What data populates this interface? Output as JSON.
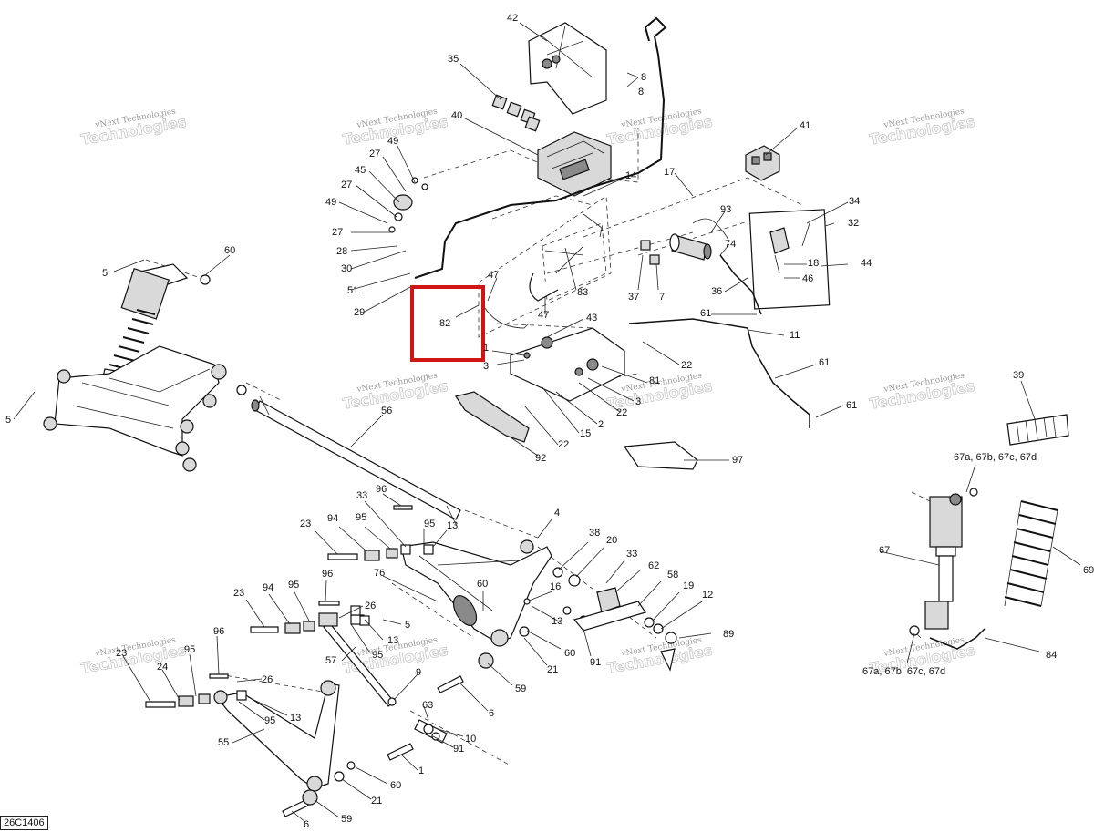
{
  "drawing_id": "26C1406",
  "watermark": {
    "line1": "vNext Technologies",
    "line2": "Technologies"
  },
  "highlight": {
    "label": "82",
    "color": "#d11414"
  },
  "callouts": [
    {
      "text": "42"
    },
    {
      "text": "8"
    },
    {
      "text": "35"
    },
    {
      "text": "40"
    },
    {
      "text": "8"
    },
    {
      "text": "49"
    },
    {
      "text": "27"
    },
    {
      "text": "45"
    },
    {
      "text": "27"
    },
    {
      "text": "49"
    },
    {
      "text": "27"
    },
    {
      "text": "28"
    },
    {
      "text": "30"
    },
    {
      "text": "51"
    },
    {
      "text": "29"
    },
    {
      "text": "14"
    },
    {
      "text": "17"
    },
    {
      "text": "41"
    },
    {
      "text": "93"
    },
    {
      "text": "74"
    },
    {
      "text": "34"
    },
    {
      "text": "32"
    },
    {
      "text": "18"
    },
    {
      "text": "44"
    },
    {
      "text": "46"
    },
    {
      "text": "36"
    },
    {
      "text": "37"
    },
    {
      "text": "7"
    },
    {
      "text": "83"
    },
    {
      "text": "47"
    },
    {
      "text": "47"
    },
    {
      "text": "43"
    },
    {
      "text": "1"
    },
    {
      "text": "3"
    },
    {
      "text": "61"
    },
    {
      "text": "11"
    },
    {
      "text": "22"
    },
    {
      "text": "81"
    },
    {
      "text": "61"
    },
    {
      "text": "61"
    },
    {
      "text": "3"
    },
    {
      "text": "22"
    },
    {
      "text": "2"
    },
    {
      "text": "15"
    },
    {
      "text": "22"
    },
    {
      "text": "92"
    },
    {
      "text": "97"
    },
    {
      "text": "60"
    },
    {
      "text": "5"
    },
    {
      "text": "5"
    },
    {
      "text": "56"
    },
    {
      "text": "39"
    },
    {
      "text": "67a, 67b, 67c, 67d"
    },
    {
      "text": "67"
    },
    {
      "text": "69"
    },
    {
      "text": "84"
    },
    {
      "text": "67a, 67b, 67c, 67d"
    },
    {
      "text": "96"
    },
    {
      "text": "33"
    },
    {
      "text": "4"
    },
    {
      "text": "23"
    },
    {
      "text": "94"
    },
    {
      "text": "95"
    },
    {
      "text": "95"
    },
    {
      "text": "13"
    },
    {
      "text": "38"
    },
    {
      "text": "20"
    },
    {
      "text": "33"
    },
    {
      "text": "62"
    },
    {
      "text": "58"
    },
    {
      "text": "19"
    },
    {
      "text": "12"
    },
    {
      "text": "89"
    },
    {
      "text": "76"
    },
    {
      "text": "60"
    },
    {
      "text": "96"
    },
    {
      "text": "16"
    },
    {
      "text": "13"
    },
    {
      "text": "23"
    },
    {
      "text": "94"
    },
    {
      "text": "95"
    },
    {
      "text": "26"
    },
    {
      "text": "5"
    },
    {
      "text": "13"
    },
    {
      "text": "95"
    },
    {
      "text": "57"
    },
    {
      "text": "60"
    },
    {
      "text": "21"
    },
    {
      "text": "91"
    },
    {
      "text": "59"
    },
    {
      "text": "96"
    },
    {
      "text": "23"
    },
    {
      "text": "24"
    },
    {
      "text": "95"
    },
    {
      "text": "26"
    },
    {
      "text": "13"
    },
    {
      "text": "95"
    },
    {
      "text": "9"
    },
    {
      "text": "63"
    },
    {
      "text": "6"
    },
    {
      "text": "10"
    },
    {
      "text": "91"
    },
    {
      "text": "55"
    },
    {
      "text": "1"
    },
    {
      "text": "60"
    },
    {
      "text": "21"
    },
    {
      "text": "59"
    },
    {
      "text": "6"
    }
  ]
}
